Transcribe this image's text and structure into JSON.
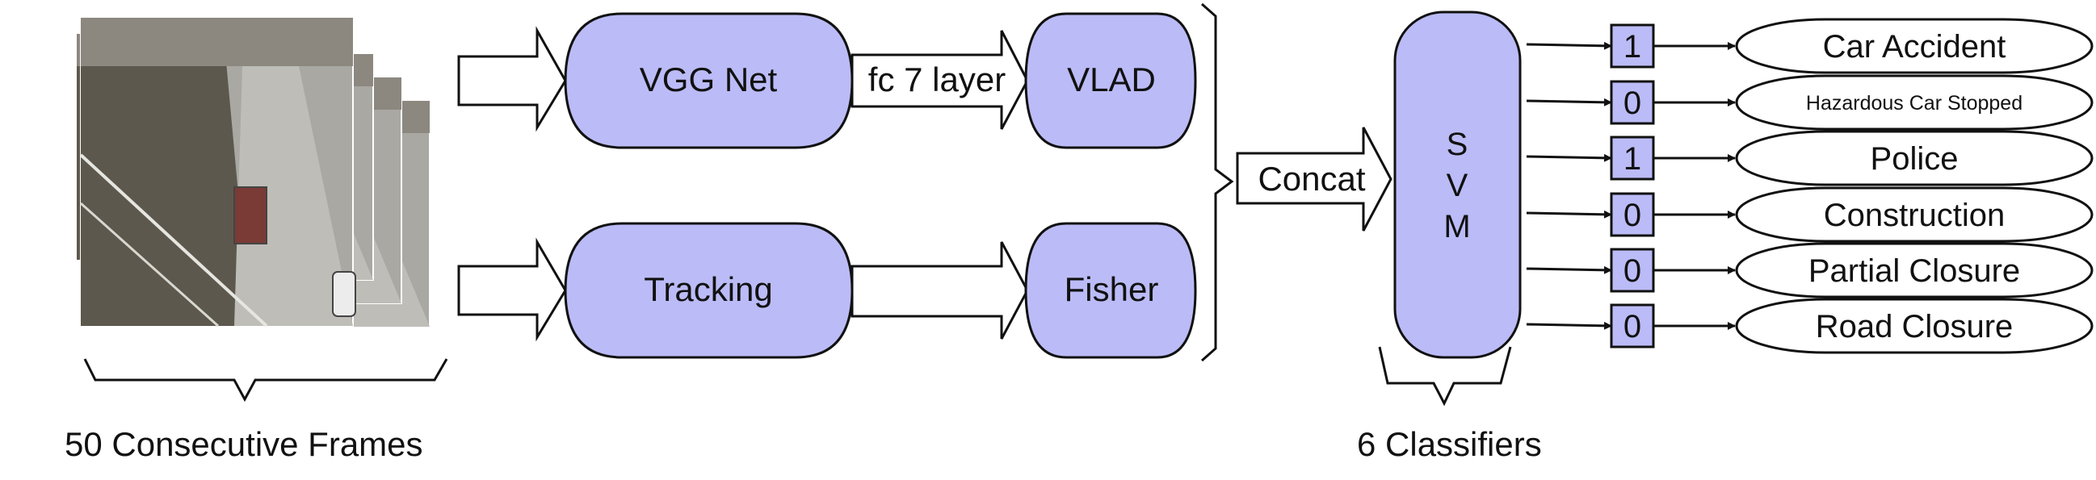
{
  "frames": {
    "caption": "50 Consecutive Frames",
    "count": 5
  },
  "blocks": {
    "vgg": "VGG Net",
    "fc7": "fc 7 layer",
    "vlad": "VLAD",
    "tracking": "Tracking",
    "fisher": "Fisher",
    "concat": "Concat",
    "svm": [
      "S",
      "V",
      "M"
    ]
  },
  "classifiers_caption": "6 Classifiers",
  "outputs": [
    {
      "value": "1",
      "label": "Car Accident"
    },
    {
      "value": "0",
      "label": "Hazardous Car Stopped"
    },
    {
      "value": "1",
      "label": "Police"
    },
    {
      "value": "0",
      "label": "Construction"
    },
    {
      "value": "0",
      "label": "Partial Closure"
    },
    {
      "value": "0",
      "label": "Road Closure"
    }
  ],
  "colors": {
    "block_fill": "#bbbbf7",
    "stroke": "#111111",
    "arrow_fill": "#ffffff",
    "road": "#a9a8a3",
    "trees": "#5d584d"
  }
}
